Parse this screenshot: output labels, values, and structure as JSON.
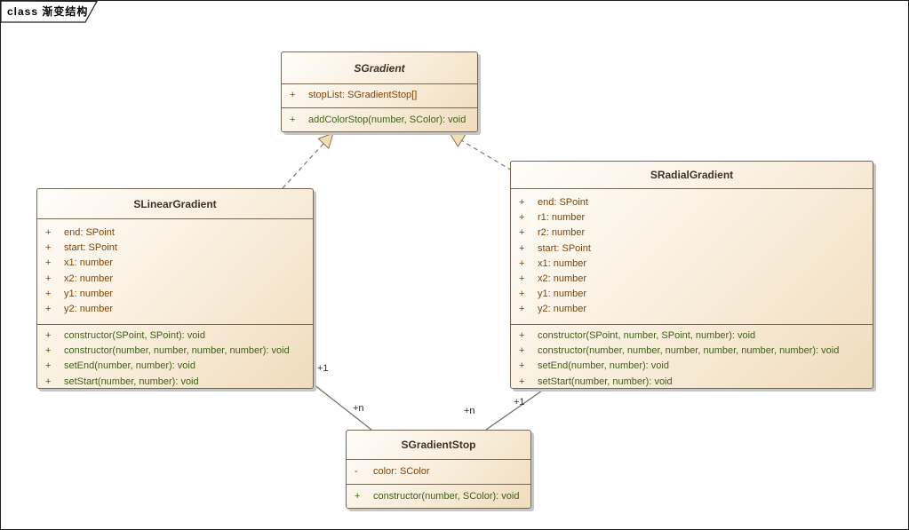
{
  "frame": {
    "label": "class 渐变结构"
  },
  "colors": {
    "box_fill_top": "#FFFDF9",
    "box_fill_bottom": "#F0DCBD",
    "box_border": "#766753",
    "box_shadow": "#C6C6C6",
    "title_text": "#3C3226",
    "attribute_text": "#7D4408",
    "method_text": "#40601A",
    "connector_line": "#6F6A62",
    "dashed_line": "#7D776F",
    "arrowhead_fill": "#F3DDB7",
    "frame_border": "#1F1F1F"
  },
  "classes": [
    {
      "name": "SGradient",
      "abstract": true,
      "attributes": [
        {
          "vis": "+",
          "text": "stopList: SGradientStop[]"
        }
      ],
      "methods": [
        {
          "vis": "+",
          "text": "addColorStop(number, SColor): void"
        }
      ]
    },
    {
      "name": "SLinearGradient",
      "abstract": false,
      "attributes": [
        {
          "vis": "+",
          "text": "end: SPoint"
        },
        {
          "vis": "+",
          "text": "start: SPoint"
        },
        {
          "vis": "+",
          "text": "x1: number"
        },
        {
          "vis": "+",
          "text": "x2: number"
        },
        {
          "vis": "+",
          "text": "y1: number"
        },
        {
          "vis": "+",
          "text": "y2: number"
        }
      ],
      "methods": [
        {
          "vis": "+",
          "text": "constructor(SPoint, SPoint): void"
        },
        {
          "vis": "+",
          "text": "constructor(number, number, number, number): void"
        },
        {
          "vis": "+",
          "text": "setEnd(number, number): void"
        },
        {
          "vis": "+",
          "text": "setStart(number, number): void"
        }
      ]
    },
    {
      "name": "SRadialGradient",
      "abstract": false,
      "attributes": [
        {
          "vis": "+",
          "text": "end: SPoint"
        },
        {
          "vis": "+",
          "text": "r1: number"
        },
        {
          "vis": "+",
          "text": "r2: number"
        },
        {
          "vis": "+",
          "text": "start: SPoint"
        },
        {
          "vis": "+",
          "text": "x1: number"
        },
        {
          "vis": "+",
          "text": "x2: number"
        },
        {
          "vis": "+",
          "text": "y1: number"
        },
        {
          "vis": "+",
          "text": "y2: number"
        }
      ],
      "methods": [
        {
          "vis": "+",
          "text": "constructor(SPoint, number, SPoint, number): void"
        },
        {
          "vis": "+",
          "text": "constructor(number, number, number, number, number, number): void"
        },
        {
          "vis": "+",
          "text": "setEnd(number, number): void"
        },
        {
          "vis": "+",
          "text": "setStart(number, number): void"
        }
      ]
    },
    {
      "name": "SGradientStop",
      "abstract": false,
      "attributes": [
        {
          "vis": "-",
          "text": "color: SColor"
        }
      ],
      "methods": [
        {
          "vis": "+",
          "text": "constructor(number, SColor): void"
        }
      ]
    }
  ],
  "relations": {
    "assoc_linear": {
      "source_label": "+1",
      "target_label": "+n"
    },
    "assoc_radial": {
      "source_label": "+1",
      "target_label": "+n"
    }
  }
}
